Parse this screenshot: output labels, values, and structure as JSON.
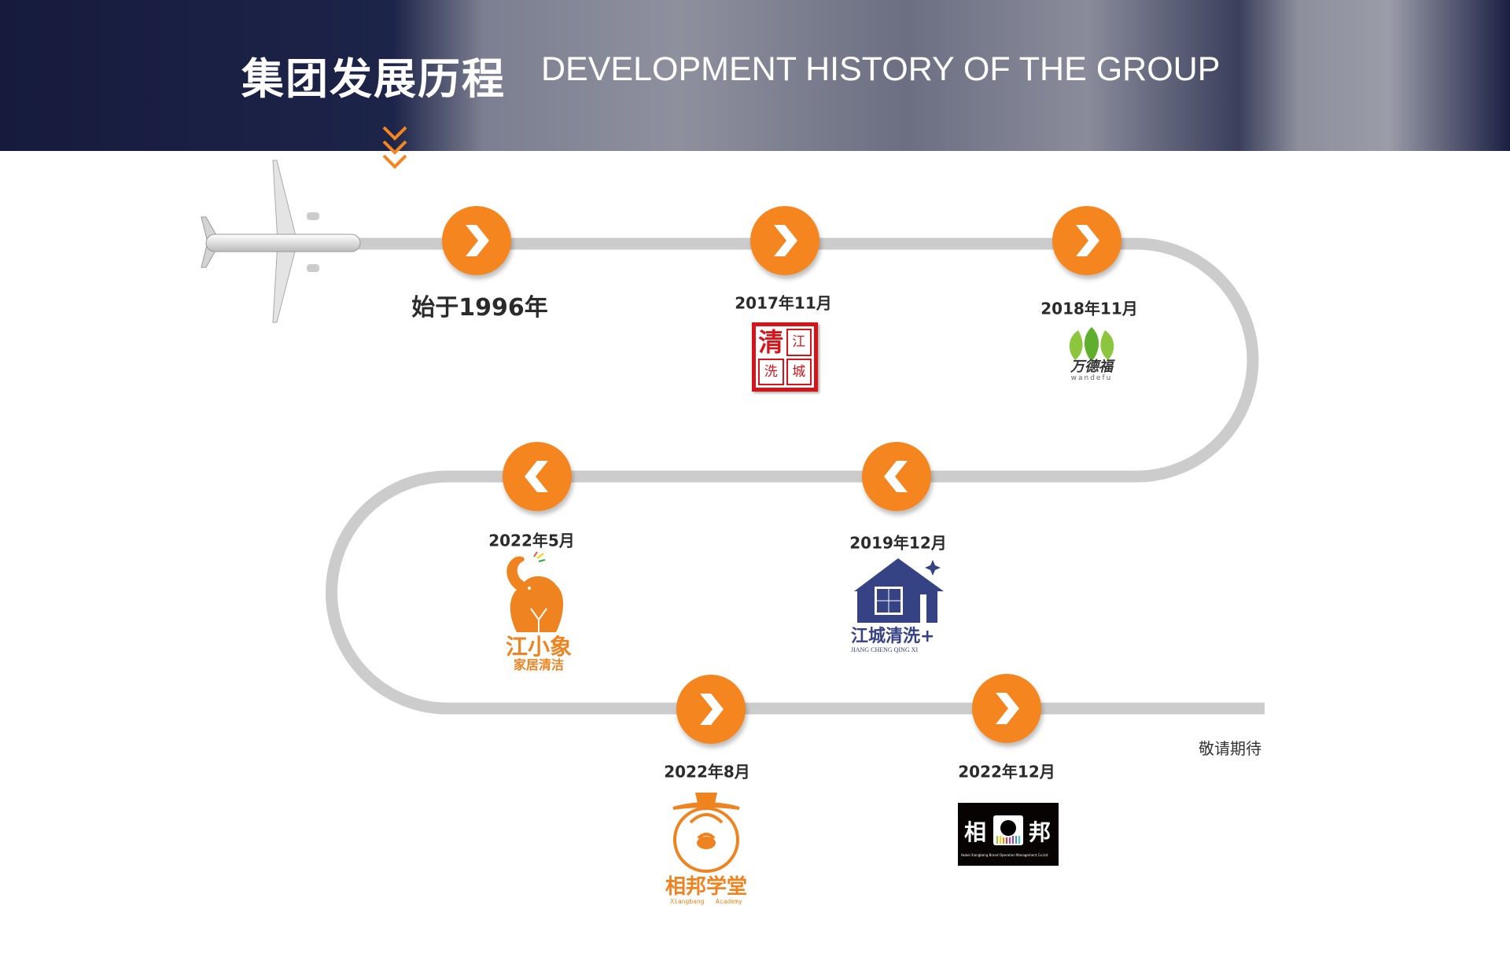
{
  "header": {
    "title_cn": "集团发展历程",
    "title_en": "DEVELOPMENT HISTORY OF THE GROUP"
  },
  "colors": {
    "accent": "#f5861f",
    "track": "#cccccc",
    "banner": "#1a1f44"
  },
  "milestones": [
    {
      "label": "始于1996年",
      "direction": "right"
    },
    {
      "label": "2017年11月",
      "direction": "right"
    },
    {
      "label": "2018年11月",
      "direction": "right"
    },
    {
      "label": "2019年12月",
      "direction": "left"
    },
    {
      "label": "2022年5月",
      "direction": "left"
    },
    {
      "label": "2022年8月",
      "direction": "right"
    },
    {
      "label": "2022年12月",
      "direction": "right"
    }
  ],
  "coming_soon": "敬请期待",
  "logos": {
    "qingjiang": {
      "chars": [
        "清",
        "江",
        "洗",
        "城"
      ]
    },
    "wandefu": {
      "cn": "万德福",
      "en": "wandefu"
    },
    "jiangxiaoxiang": {
      "cn": "江小象",
      "sub": "家居清洁"
    },
    "jiangcheng": {
      "cn": "江城清洗+",
      "en": "JIANG CHENG QING XI"
    },
    "academy": {
      "cn": "相邦学堂",
      "en": "Xiangbang   Academy"
    },
    "xiangbang": {
      "left": "相",
      "right": "邦",
      "en": "Hubei Xiangbang Brand Operation Management Co.Ltd"
    }
  }
}
